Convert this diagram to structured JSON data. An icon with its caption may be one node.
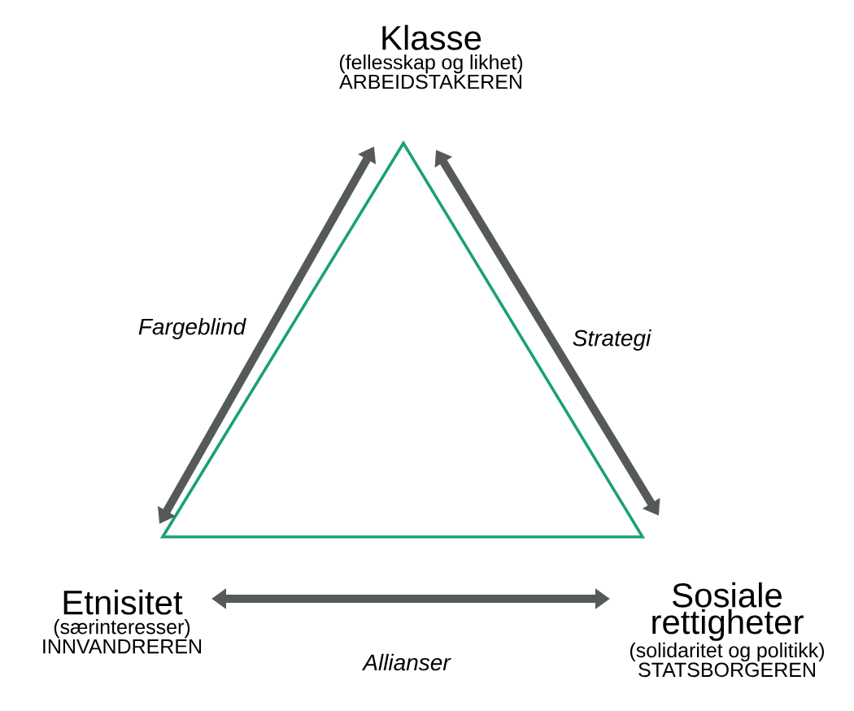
{
  "diagram": {
    "nodes": [
      {
        "text": [
          "Klasse",
          "(fellesskap og likhet)",
          "ARBEIDSTAKEREN"
        ]
      },
      {
        "text": [
          "Etnisitet",
          "(særinteresser)",
          "INNVANDREREN"
        ]
      },
      {
        "text": [
          "Sosiale rettigheter",
          "(solidaritet og politikk)",
          "STATSBORGEREN"
        ]
      }
    ],
    "edges": [
      {
        "from": 0,
        "to": 1,
        "arrow": "both",
        "label": "Fargeblind"
      },
      {
        "from": 0,
        "to": 2,
        "arrow": "both",
        "label": "Strategi"
      },
      {
        "from": 1,
        "to": 2,
        "arrow": "both",
        "label": "Allianser"
      }
    ]
  }
}
